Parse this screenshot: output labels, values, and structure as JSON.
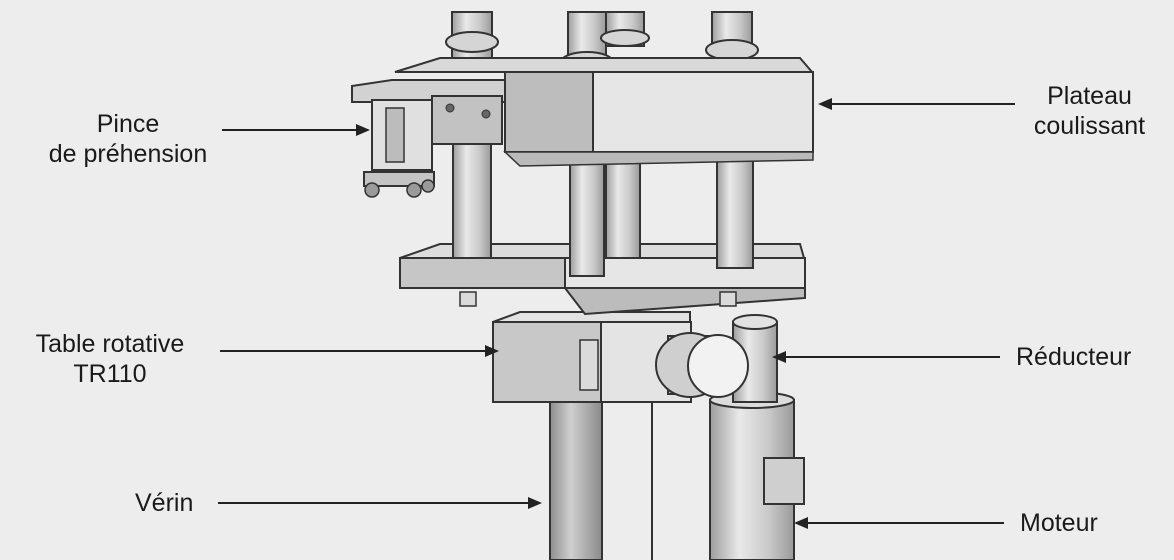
{
  "labels": {
    "pince": [
      "Pince",
      "de préhension"
    ],
    "plateau": [
      "Plateau",
      "coulissant"
    ],
    "table": [
      "Table rotative",
      "TR110"
    ],
    "reducteur": "Réducteur",
    "verin": "Vérin",
    "moteur": "Moteur"
  },
  "colors": {
    "background": "#ededed",
    "part_fill": "#d6d6d6",
    "part_dark": "#b4b4b4",
    "part_light": "#e6e6e6",
    "outline": "#333333",
    "text": "#1a1a1a"
  }
}
